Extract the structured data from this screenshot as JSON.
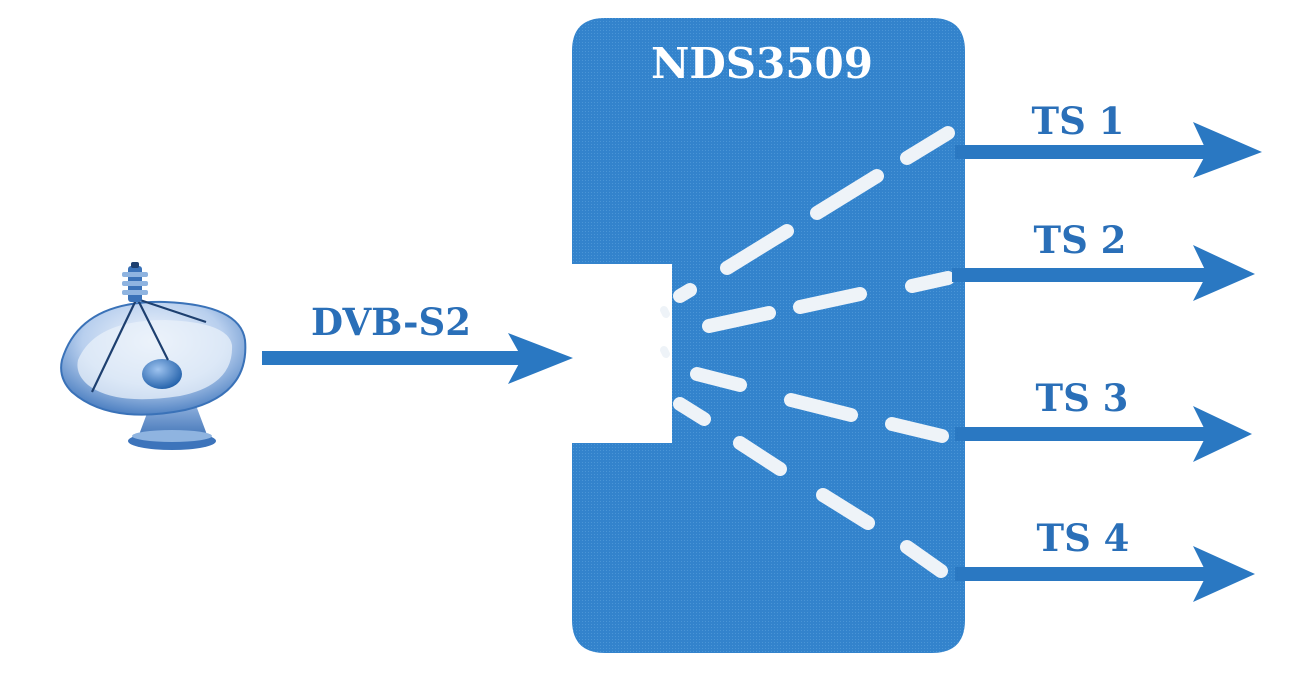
{
  "diagram": {
    "device_label": "NDS3509",
    "input_label": "DVB-S2",
    "outputs": [
      {
        "label": "TS 1"
      },
      {
        "label": "TS 2"
      },
      {
        "label": "TS 3"
      },
      {
        "label": "TS 4"
      }
    ],
    "icons": {
      "source": "satellite-dish-icon"
    },
    "colors": {
      "device_fill": "#3182cc",
      "arrow": "#2a78c2",
      "label": "#2a6fb8",
      "dashes": "#eef3f8",
      "dish_light": "#dfe9f6",
      "dish_mid": "#8fb4e0",
      "dish_dark": "#3a72b8"
    }
  }
}
